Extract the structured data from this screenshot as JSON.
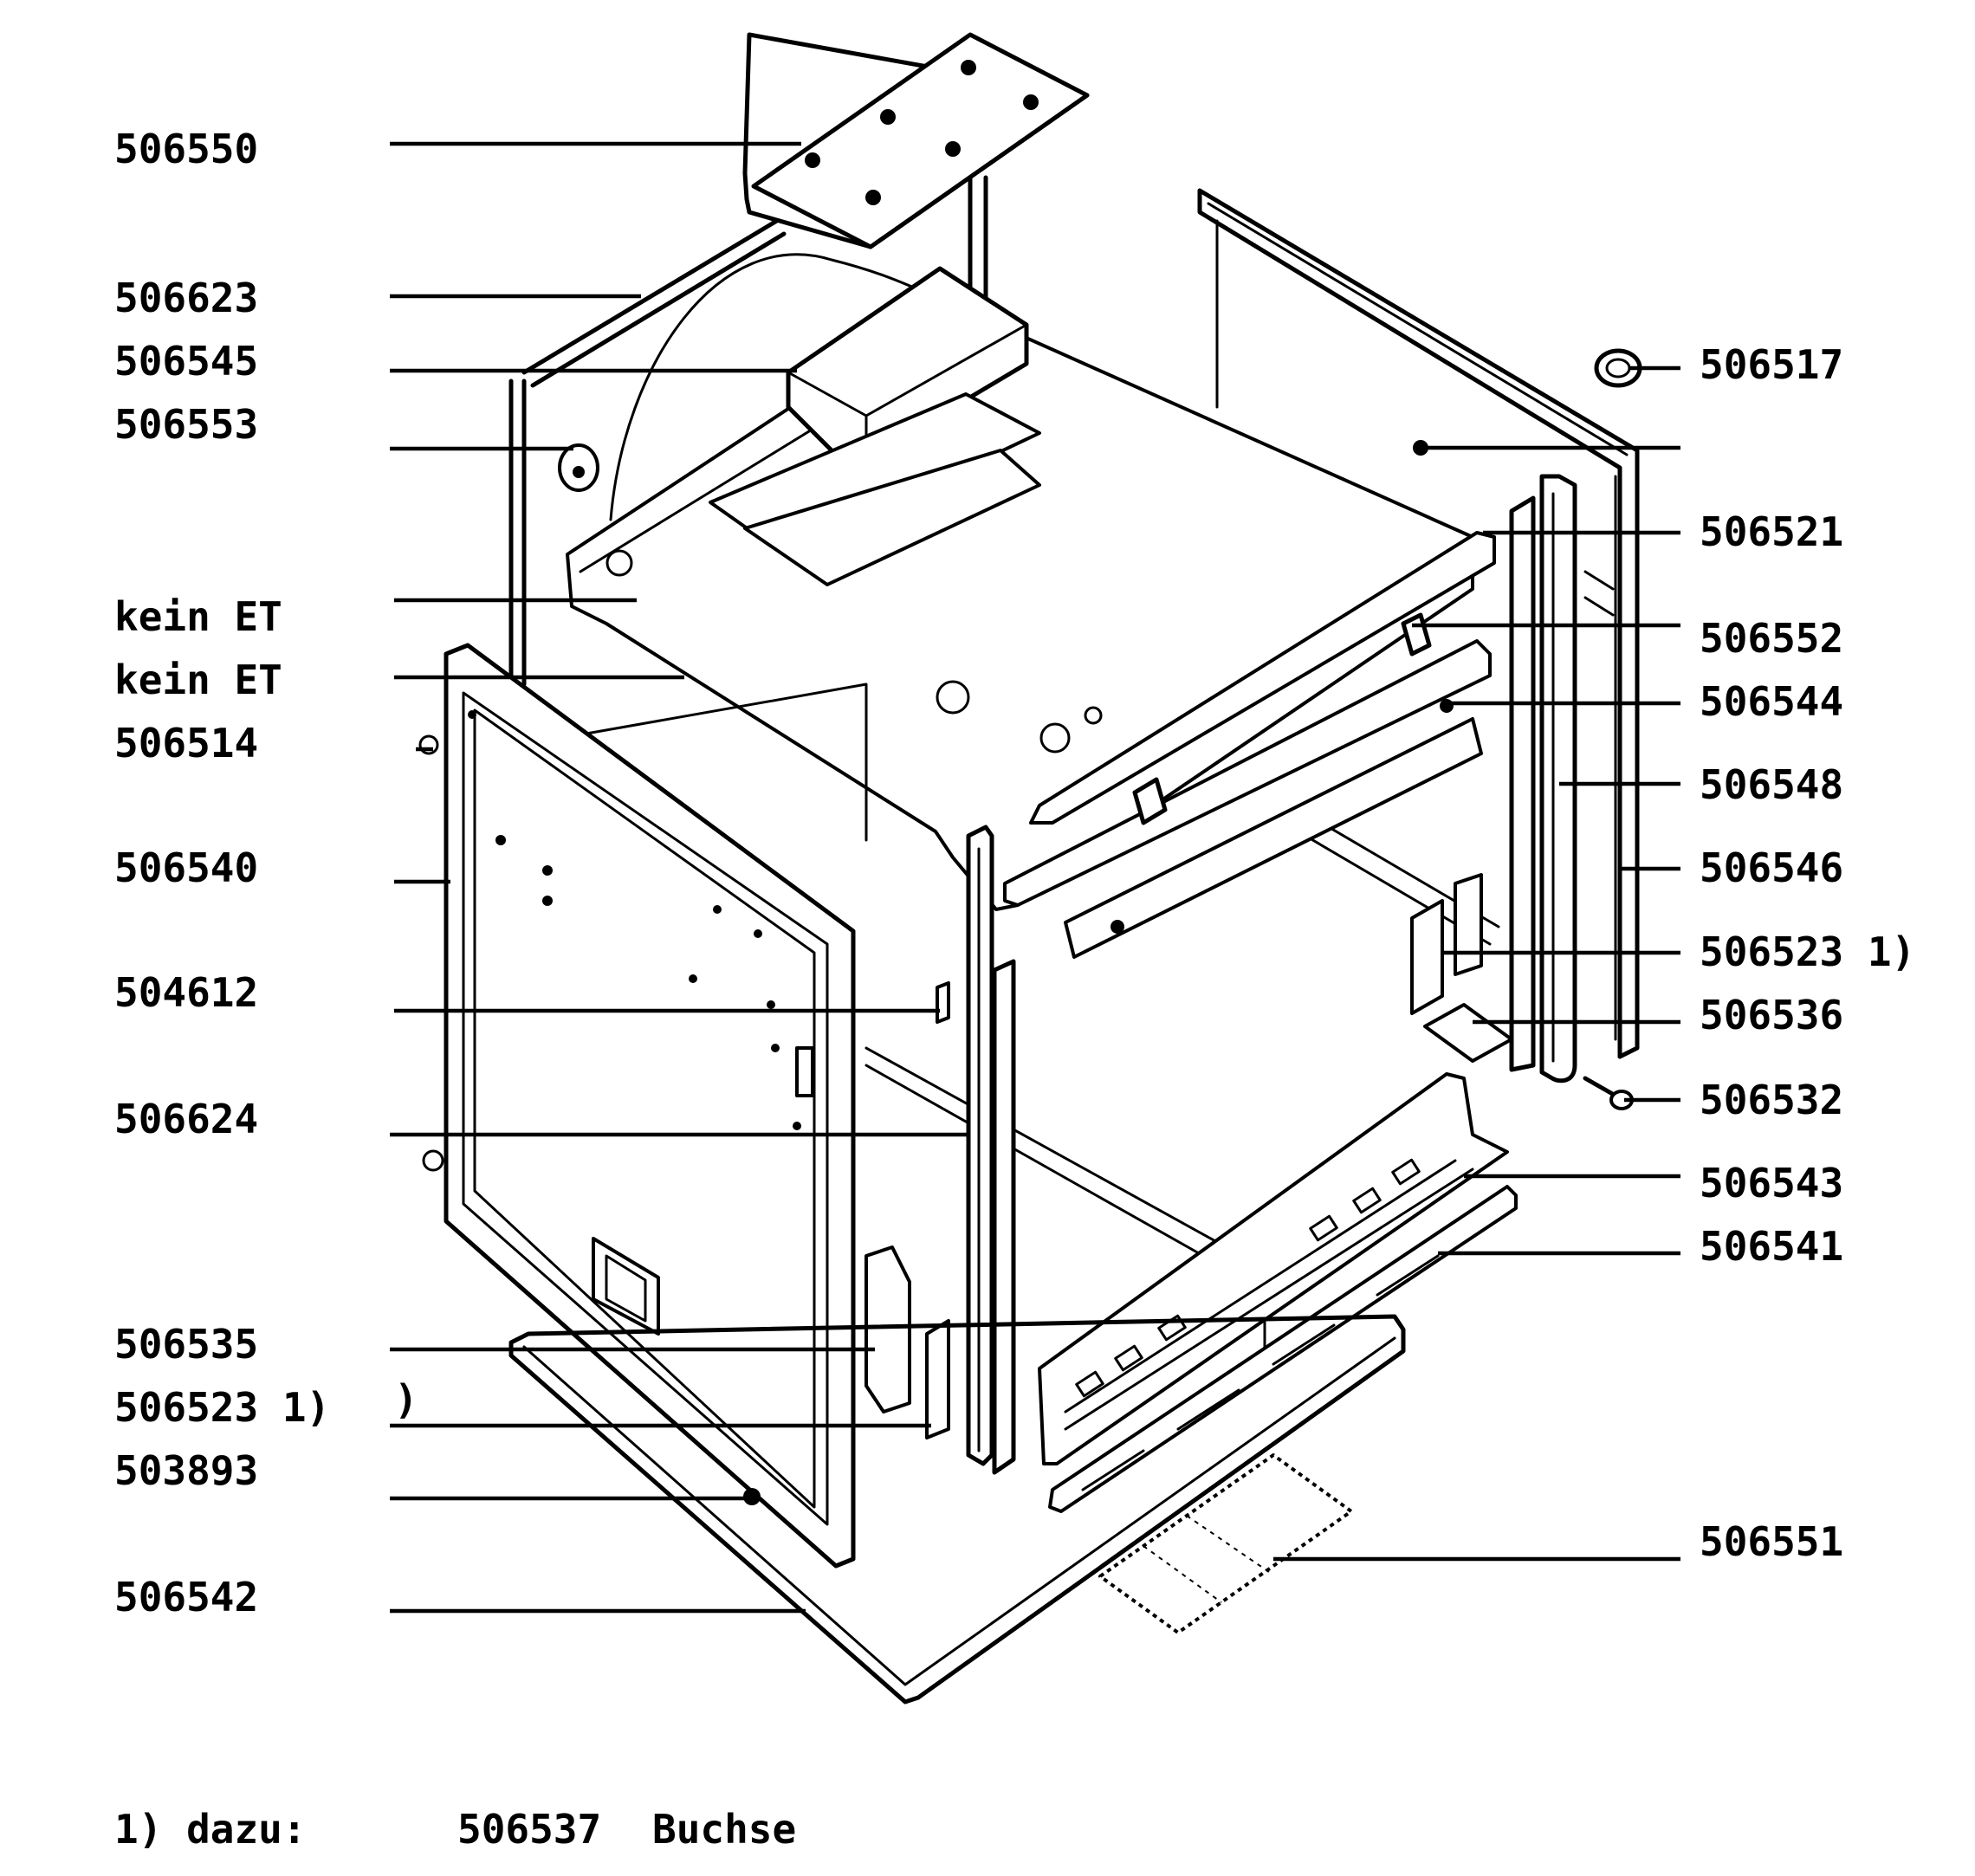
{
  "labels_left": [
    {
      "id": "506550",
      "text": "506550"
    },
    {
      "id": "506623",
      "text": "506623"
    },
    {
      "id": "506545",
      "text": "506545"
    },
    {
      "id": "506553",
      "text": "506553"
    },
    {
      "id": "kein-et-1",
      "text": "kein ET"
    },
    {
      "id": "kein-et-2",
      "text": "kein ET"
    },
    {
      "id": "506514",
      "text": "506514"
    },
    {
      "id": "506540",
      "text": "506540"
    },
    {
      "id": "504612",
      "text": "504612"
    },
    {
      "id": "506624",
      "text": "506624"
    },
    {
      "id": "506535",
      "text": "506535"
    },
    {
      "id": "506523-left",
      "text": "506523 1)"
    },
    {
      "id": "503893",
      "text": "503893"
    },
    {
      "id": "506542",
      "text": "506542"
    }
  ],
  "labels_right": [
    {
      "id": "506517",
      "text": "506517"
    },
    {
      "id": "506521",
      "text": "506521"
    },
    {
      "id": "506552",
      "text": "506552"
    },
    {
      "id": "506544",
      "text": "506544"
    },
    {
      "id": "506548",
      "text": "506548"
    },
    {
      "id": "506546",
      "text": "506546"
    },
    {
      "id": "506523-right",
      "text": "506523 1)"
    },
    {
      "id": "506536",
      "text": "506536"
    },
    {
      "id": "506532",
      "text": "506532"
    },
    {
      "id": "506543",
      "text": "506543"
    },
    {
      "id": "506541",
      "text": "506541"
    },
    {
      "id": "506551",
      "text": "506551"
    }
  ],
  "stray_mark": ")",
  "footnote": {
    "marker": "1) dazu:",
    "part_number": "506537",
    "part_name": "Buchse"
  }
}
